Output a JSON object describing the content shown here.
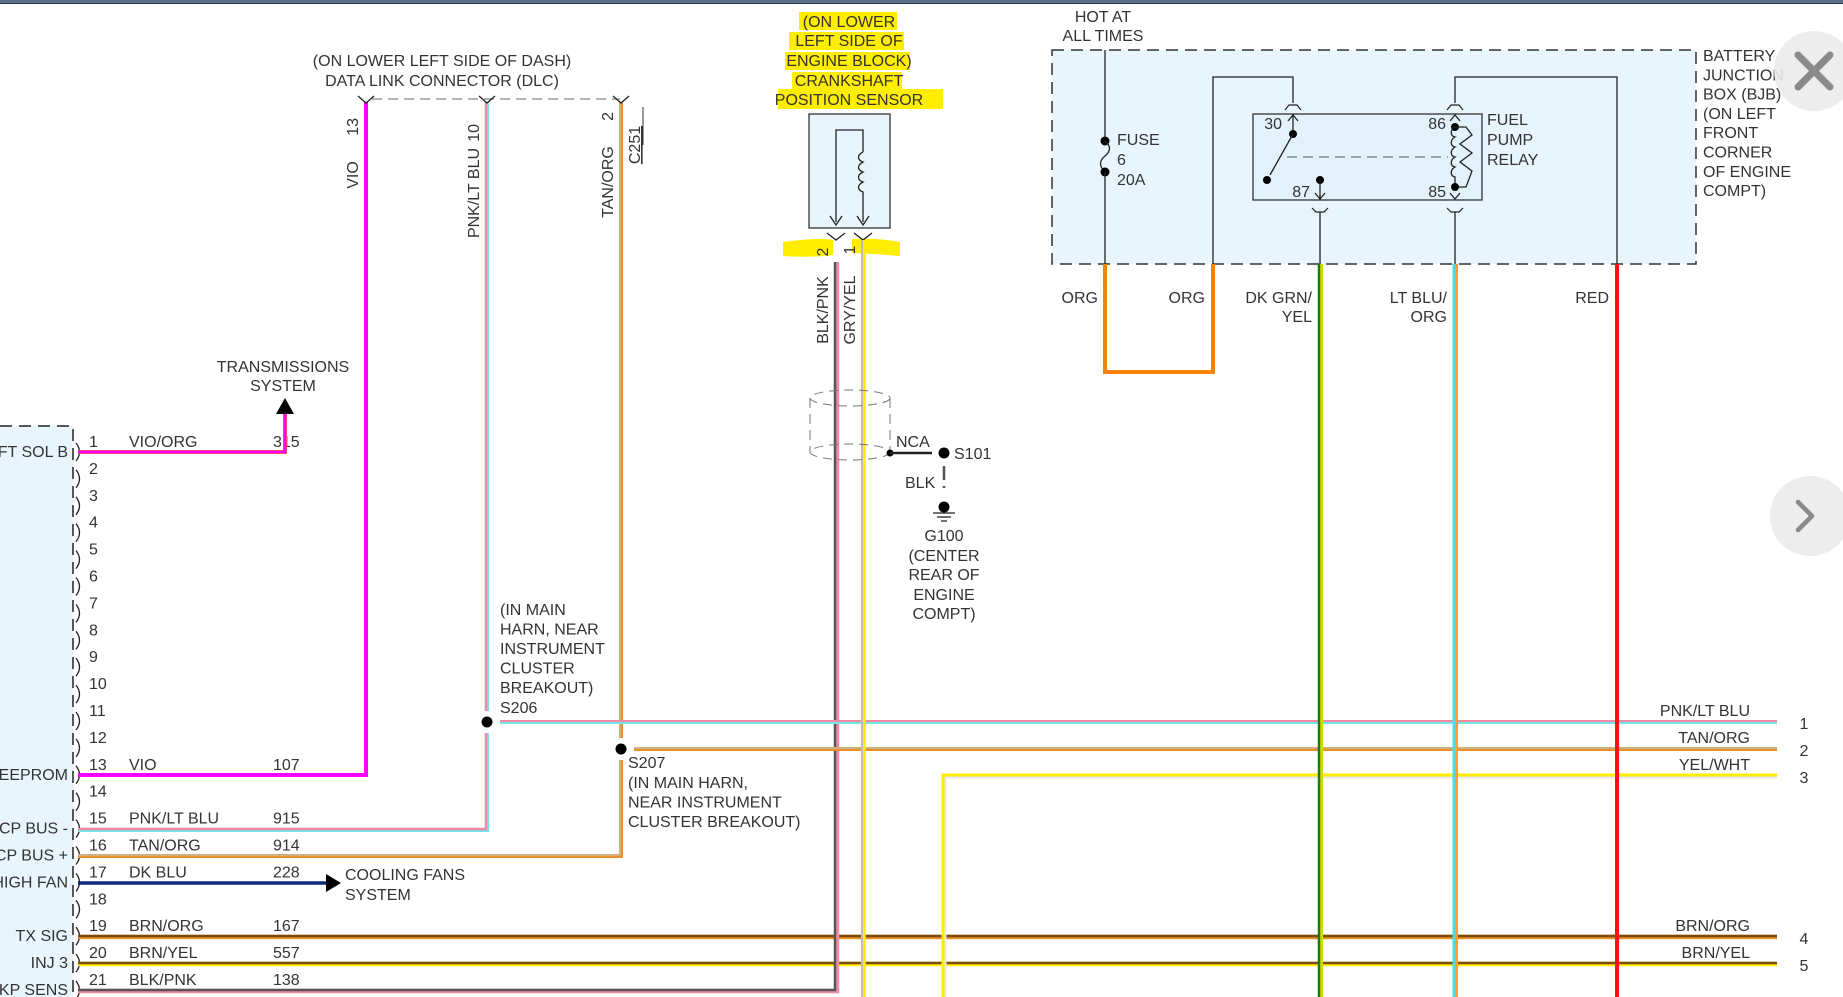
{
  "viewer": {
    "close_label": "Close",
    "next_label": "Next"
  },
  "dlc": {
    "location": "(ON LOWER LEFT SIDE OF DASH)",
    "name": "DATA LINK CONNECTOR (DLC)",
    "connector_id": "C251",
    "pins": [
      {
        "pin": "13",
        "color_label": "VIO",
        "color": "#ff00ff"
      },
      {
        "pin": "10",
        "color_label": "PNK/LT BLU",
        "color": "#f08aa0",
        "stripe": "#6fe6f0"
      },
      {
        "pin": "2",
        "color_label": "TAN/ORG",
        "color": "#e8902a",
        "stripe": "#c8b89a"
      }
    ]
  },
  "ckp_sensor": {
    "location_lines": [
      "(ON LOWER",
      "LEFT SIDE OF",
      "ENGINE BLOCK)",
      "CRANKSHAFT",
      "POSITION SENSOR"
    ],
    "pins": [
      {
        "pin": "2",
        "color_label": "BLK/PNK"
      },
      {
        "pin": "1",
        "color_label": "GRY/YEL"
      }
    ],
    "highlight_color": "#ffee00"
  },
  "shield": {
    "nca_label": "NCA",
    "splice": "S101",
    "ground_wire": "BLK",
    "ground_id": "G100",
    "ground_location_lines": [
      "(CENTER",
      "REAR OF",
      "ENGINE",
      "COMPT)"
    ]
  },
  "bjb": {
    "hot_label_lines": [
      "HOT AT",
      "ALL TIMES"
    ],
    "name_lines": [
      "BATTERY",
      "JUNCTION",
      "BOX (BJB)",
      "(ON LEFT",
      "FRONT",
      "CORNER",
      "OF ENGINE",
      "COMPT)"
    ],
    "fuse_lines": [
      "FUSE",
      "6",
      "20A"
    ],
    "relay_name_lines": [
      "FUEL",
      "PUMP",
      "RELAY"
    ],
    "relay_pins": [
      "30",
      "86",
      "87",
      "85"
    ],
    "outputs": [
      {
        "label_lines": [
          "ORG"
        ],
        "color": "#f5820a"
      },
      {
        "label_lines": [
          "ORG"
        ],
        "color": "#f5820a"
      },
      {
        "label_lines": [
          "DK GRN/",
          "YEL"
        ],
        "color": "#1a7a1a"
      },
      {
        "label_lines": [
          "LT BLU/",
          "ORG"
        ],
        "color": "#40e0f0"
      },
      {
        "label_lines": [
          "RED"
        ],
        "color": "#ff1010"
      }
    ]
  },
  "transmission": {
    "label_lines": [
      "TRANSMISSIONS",
      "SYSTEM"
    ]
  },
  "cooling": {
    "label_lines": [
      "COOLING FANS",
      "SYSTEM"
    ]
  },
  "splices": {
    "s206": {
      "id": "S206",
      "location_lines": [
        "(IN MAIN",
        "HARN, NEAR",
        "INSTRUMENT",
        "CLUSTER",
        "BREAKOUT)"
      ]
    },
    "s207": {
      "id": "S207",
      "location_lines": [
        "(IN MAIN HARN,",
        "NEAR INSTRUMENT",
        "CLUSTER BREAKOUT)"
      ]
    }
  },
  "pcm": {
    "pins": [
      {
        "pin": "1",
        "func": "FT SOL B",
        "color_label": "VIO/ORG",
        "circuit": "315"
      },
      {
        "pin": "2",
        "func": "",
        "color_label": "",
        "circuit": ""
      },
      {
        "pin": "3",
        "func": "",
        "color_label": "",
        "circuit": ""
      },
      {
        "pin": "4",
        "func": "",
        "color_label": "",
        "circuit": ""
      },
      {
        "pin": "5",
        "func": "",
        "color_label": "",
        "circuit": ""
      },
      {
        "pin": "6",
        "func": "",
        "color_label": "",
        "circuit": ""
      },
      {
        "pin": "7",
        "func": "",
        "color_label": "",
        "circuit": ""
      },
      {
        "pin": "8",
        "func": "",
        "color_label": "",
        "circuit": ""
      },
      {
        "pin": "9",
        "func": "",
        "color_label": "",
        "circuit": ""
      },
      {
        "pin": "10",
        "func": "",
        "color_label": "",
        "circuit": ""
      },
      {
        "pin": "11",
        "func": "",
        "color_label": "",
        "circuit": ""
      },
      {
        "pin": "12",
        "func": "",
        "color_label": "",
        "circuit": ""
      },
      {
        "pin": "13",
        "func": "EEPROM",
        "color_label": "VIO",
        "circuit": "107"
      },
      {
        "pin": "14",
        "func": "",
        "color_label": "",
        "circuit": ""
      },
      {
        "pin": "15",
        "func": "CP BUS -",
        "color_label": "PNK/LT BLU",
        "circuit": "915"
      },
      {
        "pin": "16",
        "func": "CP BUS +",
        "color_label": "TAN/ORG",
        "circuit": "914"
      },
      {
        "pin": "17",
        "func": "HIGH FAN",
        "color_label": "DK BLU",
        "circuit": "228"
      },
      {
        "pin": "18",
        "func": "",
        "color_label": "",
        "circuit": ""
      },
      {
        "pin": "19",
        "func": "TX SIG",
        "color_label": "BRN/ORG",
        "circuit": "167"
      },
      {
        "pin": "20",
        "func": "INJ 3",
        "color_label": "BRN/YEL",
        "circuit": "557"
      },
      {
        "pin": "21",
        "func": "KP SENS",
        "color_label": "BLK/PNK",
        "circuit": "138"
      }
    ]
  },
  "right_connector": {
    "wires": [
      {
        "pin": "1",
        "color_label": "PNK/LT BLU"
      },
      {
        "pin": "2",
        "color_label": "TAN/ORG"
      },
      {
        "pin": "3",
        "color_label": "YEL/WHT"
      },
      {
        "pin": "4",
        "color_label": "BRN/ORG"
      },
      {
        "pin": "5",
        "color_label": "BRN/YEL"
      }
    ]
  },
  "wire_colors": {
    "vio": "#ff00ff",
    "pnk": "#f08aa0",
    "ltblu": "#6fe6f0",
    "tan": "#c8b89a",
    "org": "#e8902a",
    "dkblu": "#0a2a7a",
    "brn": "#7a4a10",
    "yel": "#ffee00",
    "blk": "#555555",
    "gry": "#bbbbbb",
    "grn": "#1a7a1a",
    "red": "#ff1010"
  }
}
